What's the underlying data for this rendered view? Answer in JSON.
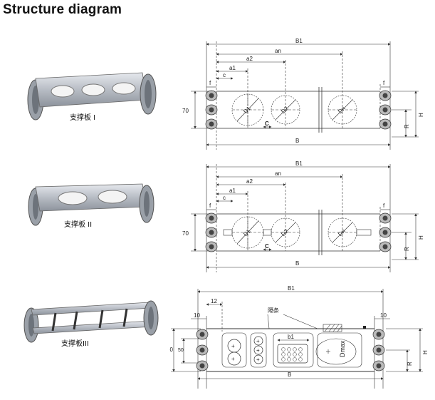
{
  "title": "Structure diagram",
  "products": [
    {
      "caption": "支撑板 I"
    },
    {
      "caption": "支撑板 II"
    },
    {
      "caption": "支撑板III"
    }
  ],
  "drawing1": {
    "B1": "B1",
    "an": "an",
    "a2": "a2",
    "a1": "a1",
    "c_top": "c",
    "f_left": "f",
    "f_right": "f",
    "h70": "70",
    "D1": "D1",
    "D2": "D2",
    "Dn": "Dn",
    "C": "C",
    "R": "R",
    "H": "H",
    "B": "B"
  },
  "drawing2": {
    "B1": "B1",
    "an": "an",
    "a2": "a2",
    "a1": "a1",
    "c_top": "c",
    "f_left": "f",
    "f_right": "f",
    "h70": "70",
    "D1": "D1",
    "D2": "D2",
    "Dn": "Dn",
    "C": "C",
    "R": "R",
    "H": "H",
    "B": "B"
  },
  "drawing3": {
    "B1": "B1",
    "d12": "12",
    "d10_left": "10",
    "d10_right": "10",
    "divider_label": "隔条",
    "h70": "70",
    "h50": "50",
    "b1": "b1",
    "Dmax": "Dmax",
    "R": "R",
    "H": "H",
    "B": "B"
  }
}
